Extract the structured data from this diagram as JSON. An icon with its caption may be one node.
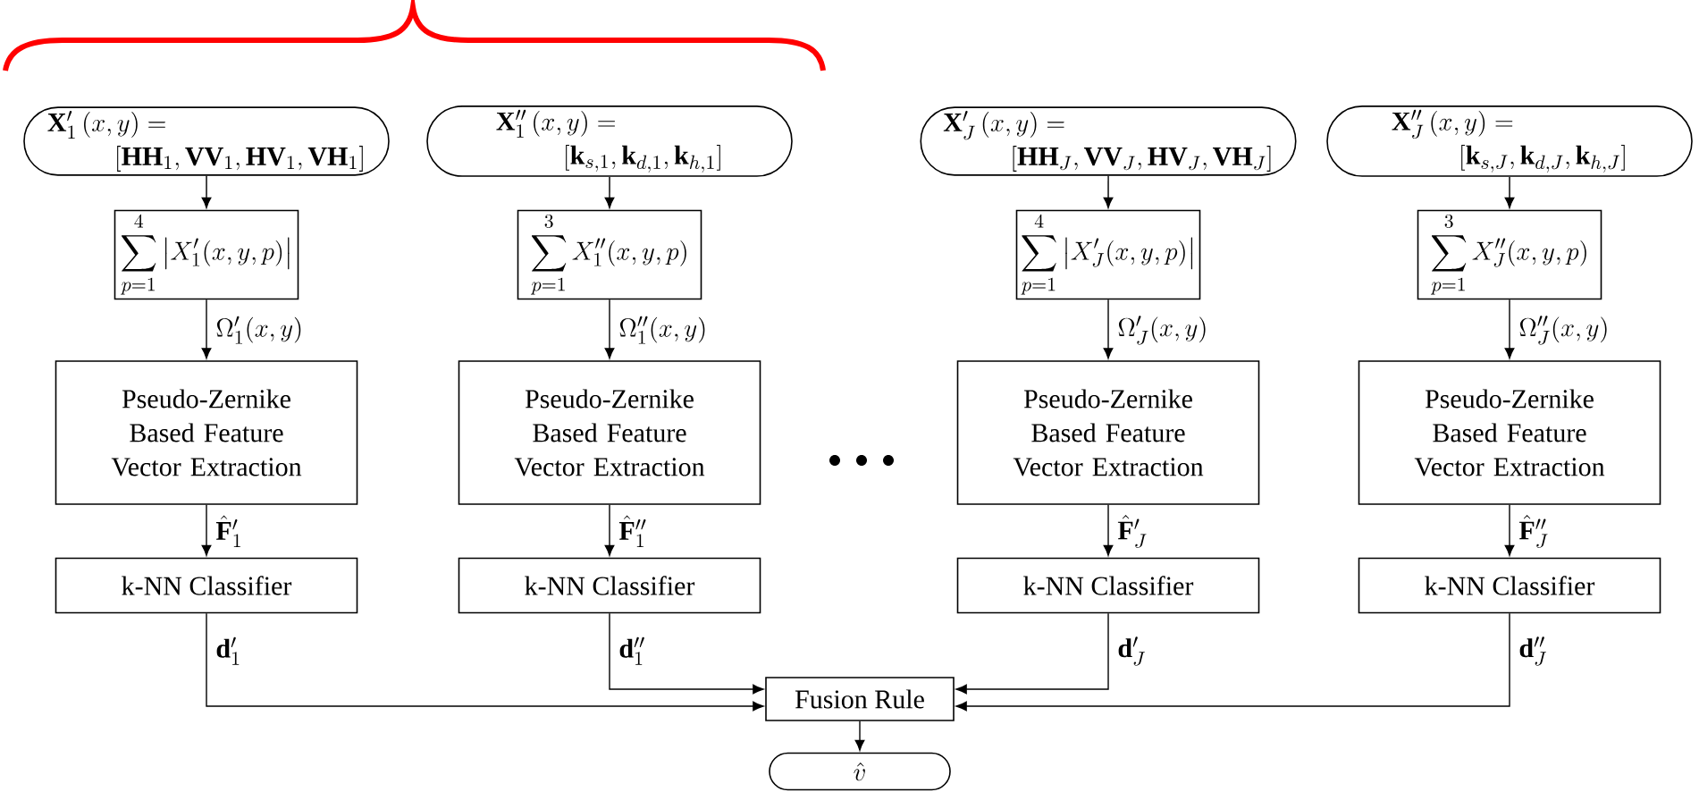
{
  "diagram": {
    "nodes": [
      {
        "text": [
          "\\mathbf{X}_1'\\,(x,y)=",
          "[\\mathbf{HH}_1,\\mathbf{VV}_1,\\mathbf{HV}_1,\\mathbf{VH}_1]"
        ]
      },
      {
        "text": [
          "\\sum_{p=1}^{4}\\left|X_1'(x,y,p)\\right|"
        ]
      },
      {
        "text": [
          "Pseudo-Zernike Based Feature Vector Extraction"
        ]
      },
      {
        "text": [
          "k-NN Classifier"
        ]
      },
      {
        "text": [
          "\\mathbf{X}_1''\\,(x,y)=",
          "[\\mathbf{k}_{s,1},\\mathbf{k}_{d,1},\\mathbf{k}_{h,1}]"
        ]
      },
      {
        "text": [
          "\\sum_{p=1}^{3}X_1''(x,y,p)"
        ]
      },
      {
        "text": [
          "Pseudo-Zernike Based Feature Vector Extraction"
        ]
      },
      {
        "text": [
          "k-NN Classifier"
        ]
      },
      {
        "text": [
          "\\mathbf{X}_J'\\,(x,y)=",
          "[\\mathbf{HH}_J,\\mathbf{VV}_J,\\mathbf{HV}_J,\\mathbf{VH}_J]"
        ]
      },
      {
        "text": [
          "\\sum_{p=1}^{4}\\left|X_J'(x,y,p)\\right|"
        ]
      },
      {
        "text": [
          "Pseudo-Zernike Based Feature Vector Extraction"
        ]
      },
      {
        "text": [
          "k-NN Classifier"
        ]
      },
      {
        "text": [
          "\\mathbf{X}_J''\\,(x,y)=",
          "[\\mathbf{k}_{s,J},\\mathbf{k}_{d,J},\\mathbf{k}_{h,J}]"
        ]
      },
      {
        "text": [
          "\\sum_{p=1}^{3}X_J''(x,y,p)"
        ]
      },
      {
        "text": [
          "Pseudo-Zernike Based Feature Vector Extraction"
        ]
      },
      {
        "text": [
          "k-NN Classifier"
        ]
      },
      {
        "text": [
          "Fusion Rule"
        ]
      },
      {
        "text": [
          "\\hat{v}"
        ]
      }
    ],
    "edges": [
      {
        "from": 0,
        "to": 1,
        "arrow": "to"
      },
      {
        "from": 1,
        "to": 2,
        "arrow": "to",
        "label": "\\Omega_1'(x,y)"
      },
      {
        "from": 2,
        "to": 3,
        "arrow": "to",
        "label": "\\hat{\\mathbf{F}}_1'"
      },
      {
        "from": 3,
        "to": 16,
        "arrow": "to",
        "label": "\\mathbf{d}_1'"
      },
      {
        "from": 4,
        "to": 5,
        "arrow": "to"
      },
      {
        "from": 5,
        "to": 6,
        "arrow": "to",
        "label": "\\Omega_1''(x,y)"
      },
      {
        "from": 6,
        "to": 7,
        "arrow": "to",
        "label": "\\hat{\\mathbf{F}}_1''"
      },
      {
        "from": 7,
        "to": 16,
        "arrow": "to",
        "label": "\\mathbf{d}_1''"
      },
      {
        "from": 8,
        "to": 9,
        "arrow": "to"
      },
      {
        "from": 9,
        "to": 10,
        "arrow": "to",
        "label": "\\Omega_J'(x,y)"
      },
      {
        "from": 10,
        "to": 11,
        "arrow": "to",
        "label": "\\hat{\\mathbf{F}}_J'"
      },
      {
        "from": 11,
        "to": 16,
        "arrow": "to",
        "label": "\\mathbf{d}_J'"
      },
      {
        "from": 12,
        "to": 13,
        "arrow": "to"
      },
      {
        "from": 13,
        "to": 14,
        "arrow": "to",
        "label": "\\Omega_J''(x,y)"
      },
      {
        "from": 14,
        "to": 15,
        "arrow": "to",
        "label": "\\hat{\\mathbf{F}}_J''"
      },
      {
        "from": 15,
        "to": 16,
        "arrow": "to",
        "label": "\\mathbf{d}_J''"
      },
      {
        "from": 16,
        "to": 17,
        "arrow": "to"
      }
    ]
  }
}
